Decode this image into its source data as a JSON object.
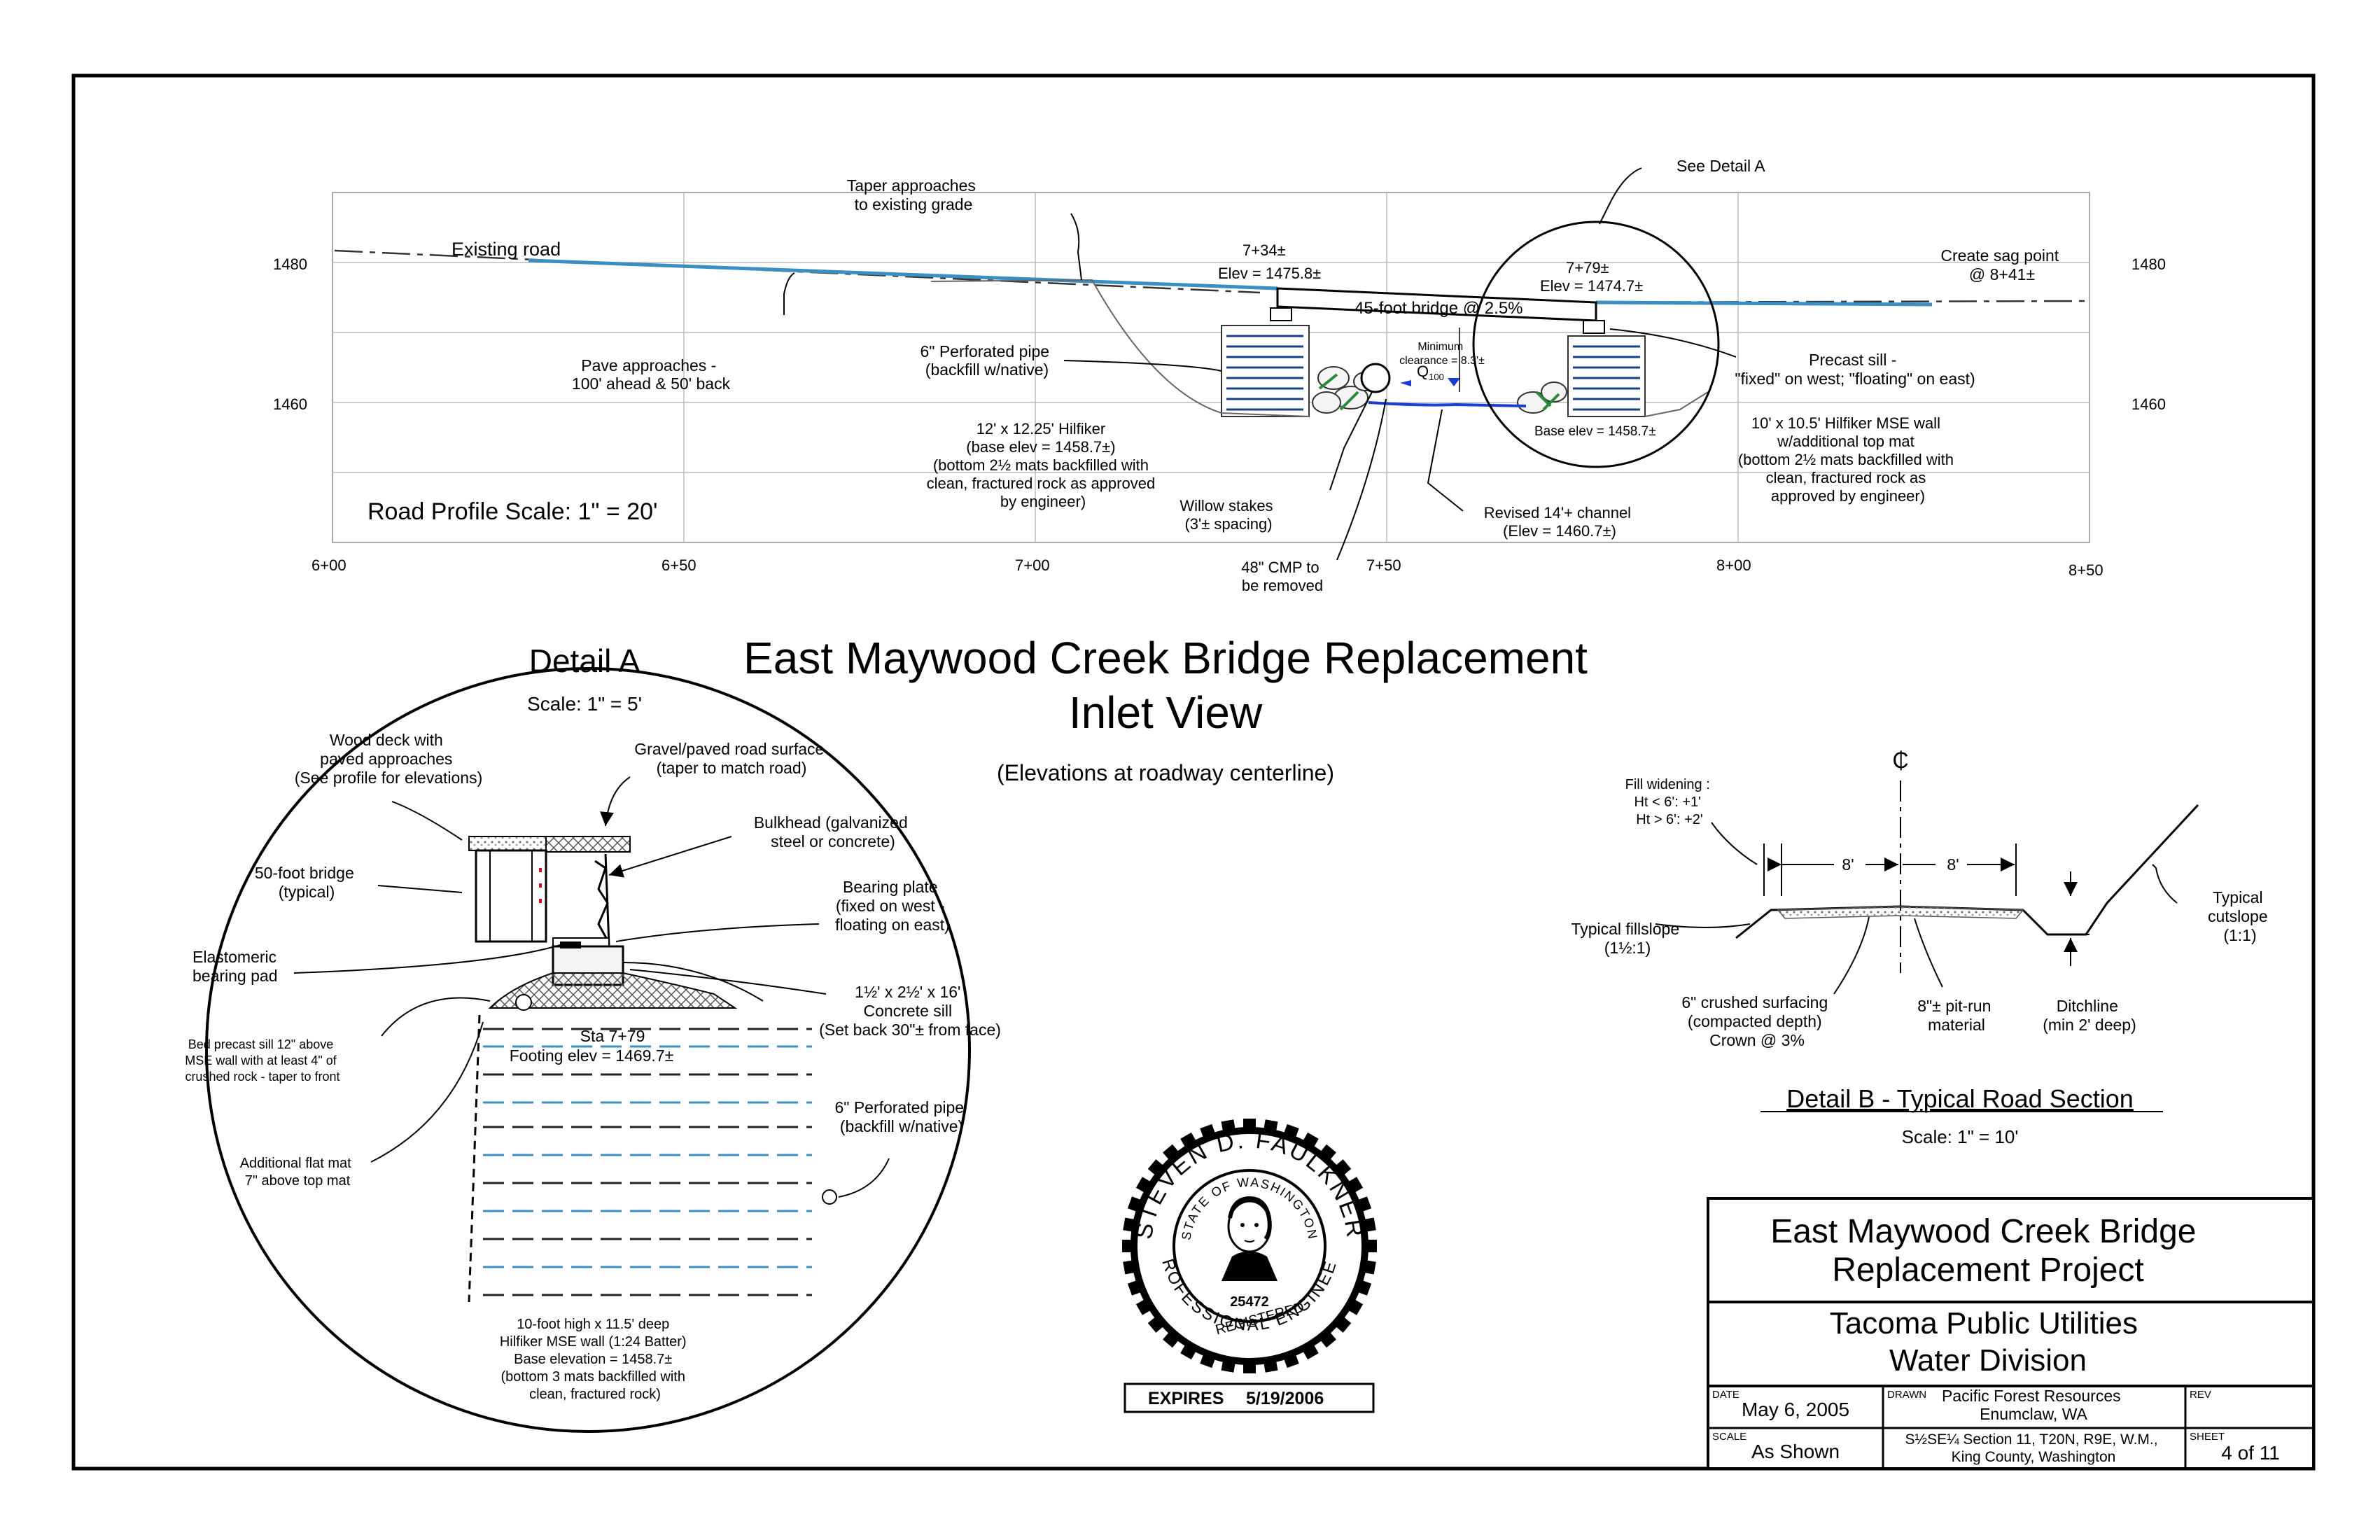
{
  "sheet": {
    "main_title": "East Maywood Creek Bridge Replacement",
    "subtitle": "Inlet View",
    "note": "(Elevations at roadway centerline)"
  },
  "profile": {
    "elev_labels": [
      "1480",
      "1460"
    ],
    "stations": [
      "6+00",
      "6+50",
      "7+00",
      "7+50",
      "8+00",
      "8+50"
    ],
    "scale": "Road Profile Scale: 1\" = 20'",
    "existing_road": "Existing road",
    "taper": [
      "Taper approaches",
      "to existing grade"
    ],
    "pave": [
      "Pave approaches -",
      "100' ahead & 50' back"
    ],
    "sta_west": "7+34±",
    "elev_west": "Elev = 1475.8±",
    "sta_east": "7+79±",
    "elev_east": "Elev = 1474.7±",
    "see_detail": "See Detail A",
    "sag": [
      "Create sag point",
      "@ 8+41±"
    ],
    "bridge": "45-foot bridge @ 2.5%",
    "perf_pipe": [
      "6\" Perforated pipe",
      "(backfill w/native)"
    ],
    "clearance": [
      "Minimum",
      "clearance = 8.3'±"
    ],
    "q100": "Q",
    "q100_sub": "100",
    "precast": [
      "Precast sill -",
      "\"fixed\" on west; \"floating\" on east)"
    ],
    "base_elev": "Base elev = 1458.7±",
    "hilfiker_west": [
      "12' x 12.25' Hilfiker",
      "(base elev = 1458.7±)",
      "(bottom 2½ mats backfilled with",
      "clean, fractured rock as approved",
      "by engineer)"
    ],
    "hilfiker_east": [
      "10' x 10.5' Hilfiker MSE wall",
      "w/additional top mat",
      "(bottom 2½ mats backfilled with",
      "clean, fractured rock as",
      "approved by engineer)"
    ],
    "willow": [
      "Willow stakes",
      "(3'± spacing)"
    ],
    "cmp": [
      "48\" CMP to",
      "be removed"
    ],
    "channel": [
      "Revised 14'+ channel",
      "(Elev = 1460.7±)"
    ]
  },
  "detail_a": {
    "title": "Detail A",
    "scale": "Scale: 1\" = 5'",
    "wood_deck": [
      "Wood deck with",
      "paved approaches",
      "(See profile for elevations)"
    ],
    "gravel": [
      "Gravel/paved road surface",
      "(taper to match road)"
    ],
    "bulkhead": [
      "Bulkhead (galvanized",
      "steel or concrete)"
    ],
    "bridge50": [
      "50-foot bridge",
      "(typical)"
    ],
    "bearing_plate": [
      "Bearing plate",
      "(fixed on west -",
      "floating on east)"
    ],
    "elastomeric": [
      "Elastomeric",
      "bearing pad"
    ],
    "sill": [
      "1½' x 2½' x 16'",
      "Concrete sill",
      "(Set back 30\"± from face)"
    ],
    "bed": [
      "Bed precast sill 12\" above",
      "MSE wall with at least 4\" of",
      "crushed rock - taper to front"
    ],
    "sta": "Sta 7+79",
    "footing": "Footing elev = 1469.7±",
    "perf_pipe": [
      "6\" Perforated pipe",
      "(backfill w/native)"
    ],
    "flat_mat": [
      "Additional flat mat",
      "7\" above top mat"
    ],
    "wall": [
      "10-foot high x 11.5' deep",
      "Hilfiker MSE wall (1:24 Batter)",
      "Base elevation = 1458.7±",
      "(bottom 3 mats backfilled with",
      "clean, fractured rock)"
    ]
  },
  "detail_b": {
    "cl": "₵",
    "fill": [
      "Fill widening :",
      "Ht < 6': +1'",
      "Ht > 6': +2'"
    ],
    "dim_left": "8'",
    "dim_right": "8'",
    "fillslope": [
      "Typical fillslope",
      "(1½:1)"
    ],
    "cutslope": [
      "Typical",
      "cutslope",
      "(1:1)"
    ],
    "surfacing": [
      "6\" crushed surfacing",
      "(compacted depth)",
      "Crown @ 3%"
    ],
    "pitrun": [
      "8\"± pit-run",
      "material"
    ],
    "ditch": [
      "Ditchline",
      "(min 2' deep)"
    ],
    "title": "Detail B  -  Typical Road Section",
    "scale": "Scale: 1\" = 10'"
  },
  "seal": {
    "name": "STEVEN D. FAULKNER",
    "state": "STATE OF WASHINGTON",
    "number": "25472",
    "registered": "REGISTERED",
    "professional": "PROFESSIONAL ENGINEER",
    "expires_label": "EXPIRES",
    "expires_date": "5/19/2006"
  },
  "title_block": {
    "project": [
      "East Maywood Creek Bridge",
      "Replacement Project"
    ],
    "owner": [
      "Tacoma Public Utilities",
      "Water Division"
    ],
    "date_label": "DATE",
    "date": "May 6, 2005",
    "drawn_label": "DRAWN",
    "drawn": [
      "Pacific Forest Resources",
      "Enumclaw, WA"
    ],
    "rev_label": "REV",
    "scale_label": "SCALE",
    "scale": "As Shown",
    "location": [
      "S½SE¼ Section 11, T20N, R9E, W.M.,",
      "King County, Washington"
    ],
    "sheet_label": "SHEET",
    "sheet": "4 of 11"
  }
}
